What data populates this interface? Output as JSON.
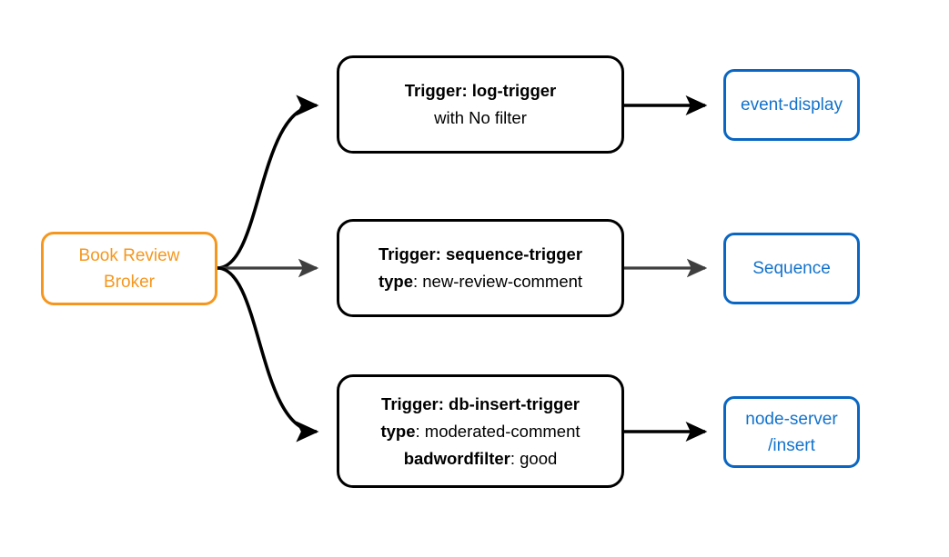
{
  "diagram": {
    "title": "Book Review Broker trigger routing",
    "type": "flow-diagram",
    "background": "#ffffff",
    "colors": {
      "broker_stroke": "#f5971f",
      "broker_text": "#f5971f",
      "trigger_stroke": "#000000",
      "trigger_text": "#000000",
      "target_stroke": "#0a66c2",
      "target_text": "#1272cc",
      "edge_black": "#000000",
      "edge_gray": "#3f3f3f"
    }
  },
  "broker": {
    "id": "book-review-broker",
    "line1": "Book Review",
    "line2": "Broker"
  },
  "triggers": [
    {
      "id": "log-trigger",
      "line1_bold": "Trigger: log-trigger",
      "line2_bold": "",
      "line2_rest": "with No filter",
      "line3_bold": "",
      "line3_rest": ""
    },
    {
      "id": "sequence-trigger",
      "line1_bold": "Trigger: sequence-trigger",
      "line2_bold": "type",
      "line2_rest": ": new-review-comment",
      "line3_bold": "",
      "line3_rest": ""
    },
    {
      "id": "db-insert-trigger",
      "line1_bold": "Trigger: db-insert-trigger",
      "line2_bold": "type",
      "line2_rest": ": moderated-comment",
      "line3_bold": "badwordfilter",
      "line3_rest": ": good"
    }
  ],
  "targets": [
    {
      "id": "event-display",
      "line1": "event-display",
      "line2": ""
    },
    {
      "id": "sequence",
      "line1": "Sequence",
      "line2": ""
    },
    {
      "id": "node-server-insert",
      "line1": "node-server",
      "line2": "/insert"
    }
  ],
  "edges": [
    {
      "id": "broker-to-log-trigger",
      "from": "book-review-broker",
      "to": "log-trigger",
      "style": "curved",
      "color": "#000000"
    },
    {
      "id": "broker-to-sequence-trigger",
      "from": "book-review-broker",
      "to": "sequence-trigger",
      "style": "straight",
      "color": "#3f3f3f"
    },
    {
      "id": "broker-to-db-insert-trigger",
      "from": "book-review-broker",
      "to": "db-insert-trigger",
      "style": "curved",
      "color": "#000000"
    },
    {
      "id": "log-trigger-to-event-display",
      "from": "log-trigger",
      "to": "event-display",
      "style": "straight",
      "color": "#000000"
    },
    {
      "id": "sequence-trigger-to-sequence",
      "from": "sequence-trigger",
      "to": "sequence",
      "style": "straight",
      "color": "#3f3f3f"
    },
    {
      "id": "db-insert-trigger-to-node-server",
      "from": "db-insert-trigger",
      "to": "node-server-insert",
      "style": "straight",
      "color": "#000000"
    }
  ]
}
